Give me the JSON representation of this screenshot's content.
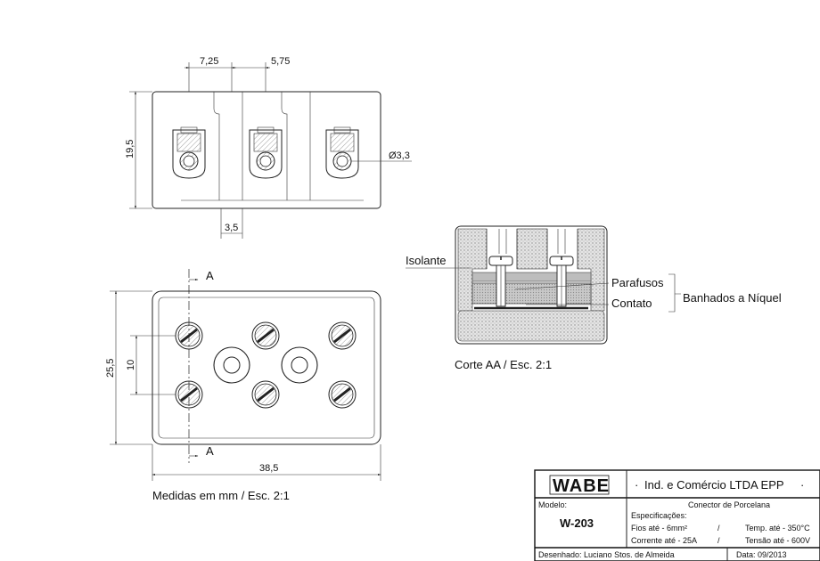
{
  "top_view": {
    "dim_7_25": "7,25",
    "dim_5_75": "5,75",
    "dim_19_5": "19,5",
    "dim_3_5": "3,5",
    "dim_diameter": "Ø3,3"
  },
  "front_view": {
    "section_mark": "A",
    "dim_25_5": "25,5",
    "dim_10": "10",
    "dim_38_5": "38,5",
    "caption": "Medidas em mm / Esc. 2:1"
  },
  "section_view": {
    "label_isolante": "Isolante",
    "label_parafusos": "Parafusos",
    "label_contato": "Contato",
    "label_banhados": "Banhados a Níquel",
    "caption": "Corte AA / Esc. 2:1"
  },
  "title_block": {
    "logo": "WABE",
    "company": "Ind. e Comércio LTDA EPP",
    "model_label": "Modelo:",
    "model": "W-203",
    "product": "Conector de Porcelana",
    "spec_label": "Especificações:",
    "spec_wire": "Fios até - 6mm²",
    "spec_current": "Corrente até - 25A",
    "spec_temp": "Temp. até - 350°C",
    "spec_voltage": "Tensão até - 600V",
    "separator": "/",
    "drawn_by": "Desenhado: Luciano Stos. de Almeida",
    "date": "Data: 09/2013"
  },
  "colors": {
    "line": "#222222",
    "hatch": "#9a9a9a",
    "contact": "#b5b5b5"
  }
}
